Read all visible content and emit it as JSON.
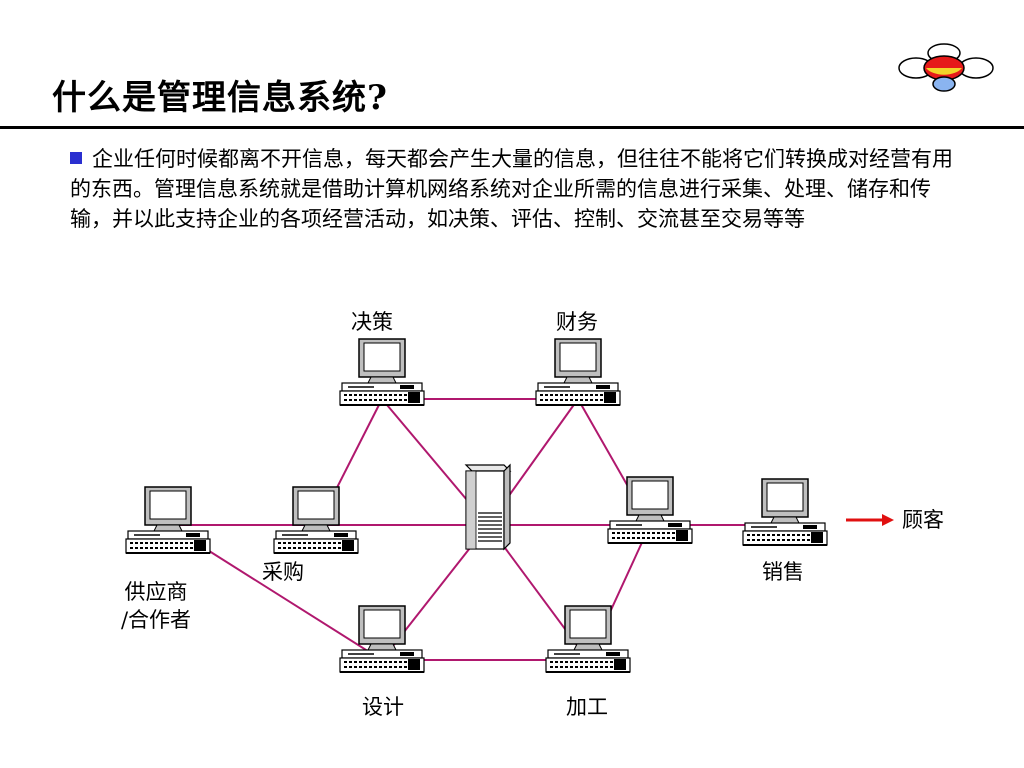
{
  "slide": {
    "title": "什么是管理信息系统?",
    "paragraph": "企业任何时候都离不开信息，每天都会产生大量的信息，但往往不能将它们转换成对经营有用的东西。管理信息系统就是借助计算机网络系统对企业所需的信息进行采集、处理、储存和传输，并以此支持企业的各项经营活动，如决策、评估、控制、交流甚至交易等等"
  },
  "diagram": {
    "nodes": {
      "decision": "决策",
      "finance": "财务",
      "purchase": "采购",
      "sales": "销售",
      "supplier_line1": "供应商",
      "supplier_line2": "/合作者",
      "design": "设计",
      "processing": "加工",
      "customer": "顾客"
    },
    "colors": {
      "link": "#b0186e",
      "arrow": "#e01010",
      "bullet": "#2a2fd0"
    }
  }
}
